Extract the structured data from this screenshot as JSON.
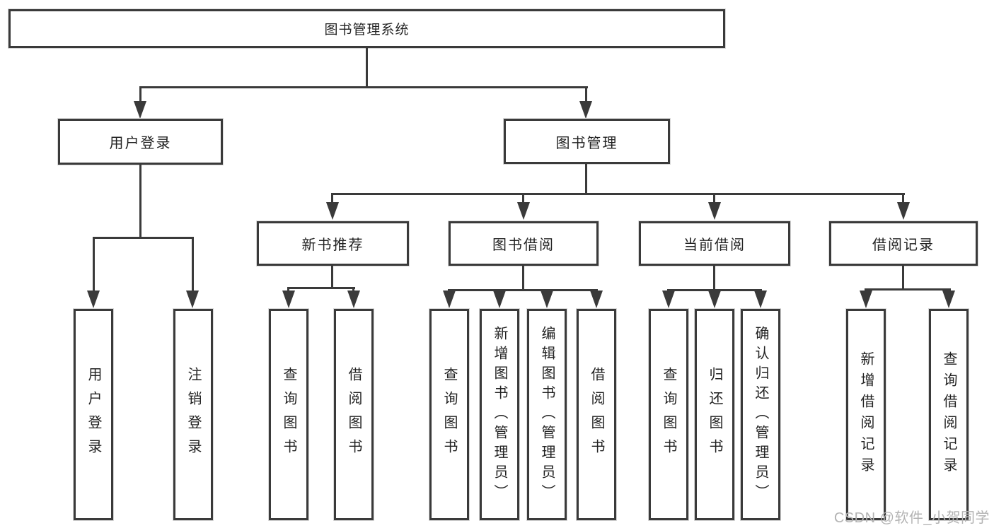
{
  "tree": {
    "label": "图书管理系统",
    "children": [
      {
        "label": "用户登录",
        "children": [
          {
            "label": "用户登录"
          },
          {
            "label": "注销登录"
          }
        ]
      },
      {
        "label": "图书管理",
        "children": [
          {
            "label": "新书推荐",
            "children": [
              {
                "label": "查询图书"
              },
              {
                "label": "借阅图书"
              }
            ]
          },
          {
            "label": "图书借阅",
            "children": [
              {
                "label": "查询图书"
              },
              {
                "label": "新增图书（管理员）"
              },
              {
                "label": "编辑图书（管理员）"
              },
              {
                "label": "借阅图书"
              }
            ]
          },
          {
            "label": "当前借阅",
            "children": [
              {
                "label": "查询图书"
              },
              {
                "label": "归还图书"
              },
              {
                "label": "确认归还（管理员）"
              }
            ]
          },
          {
            "label": "借阅记录",
            "children": [
              {
                "label": "新增借阅记录"
              },
              {
                "label": "查询借阅记录"
              }
            ]
          }
        ]
      }
    ]
  },
  "watermark": "CSDN @软件_小贺同学",
  "colors": {
    "line": "#3a3a3a",
    "text": "#222222",
    "box_bg": "#ffffff",
    "bg": "#ffffff",
    "watermark": "#b3b3b3"
  }
}
